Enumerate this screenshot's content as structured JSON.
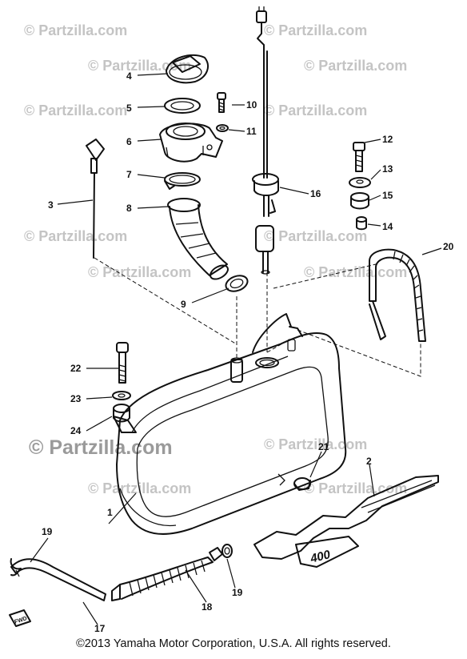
{
  "watermark": {
    "text": "© Partzilla.com"
  },
  "copyright": "©2013  Yamaha Motor Corporation, U.S.A. All rights reserved.",
  "callouts": [
    "1",
    "2",
    "3",
    "4",
    "5",
    "6",
    "7",
    "8",
    "9",
    "10",
    "11",
    "12",
    "13",
    "14",
    "15",
    "16",
    "17",
    "18",
    "19",
    "20",
    "21",
    "22",
    "23",
    "24"
  ],
  "callout_19_second": "19",
  "fwd_tag": "FWD",
  "decal_text": "400",
  "colors": {
    "ink": "#111111",
    "watermark": "#c4c4c4"
  }
}
